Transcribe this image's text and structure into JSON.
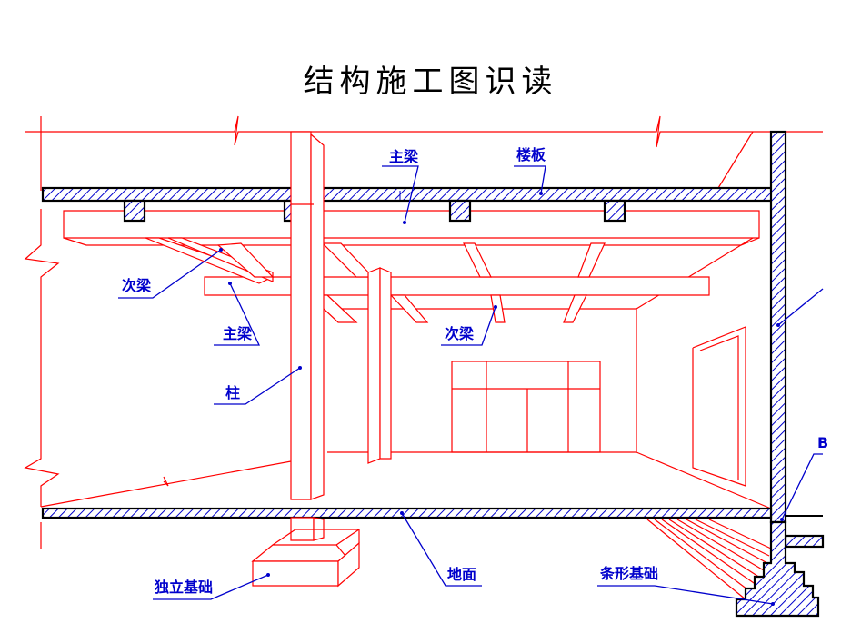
{
  "title": "结构施工图识读",
  "labels": {
    "main_beam_top": "主梁",
    "floor_slab": "楼板",
    "secondary_beam_left": "次梁",
    "main_beam_left": "主梁",
    "secondary_beam_mid": "次梁",
    "column": "柱",
    "isolated_foundation": "独立基础",
    "ground": "地面",
    "strip_foundation": "条形基础",
    "cut_off_right": "B"
  },
  "colors": {
    "structure_lines": "#ff0000",
    "labels": "#0000cc",
    "hatch": "#0000cc",
    "slab_outline": "#000000"
  }
}
